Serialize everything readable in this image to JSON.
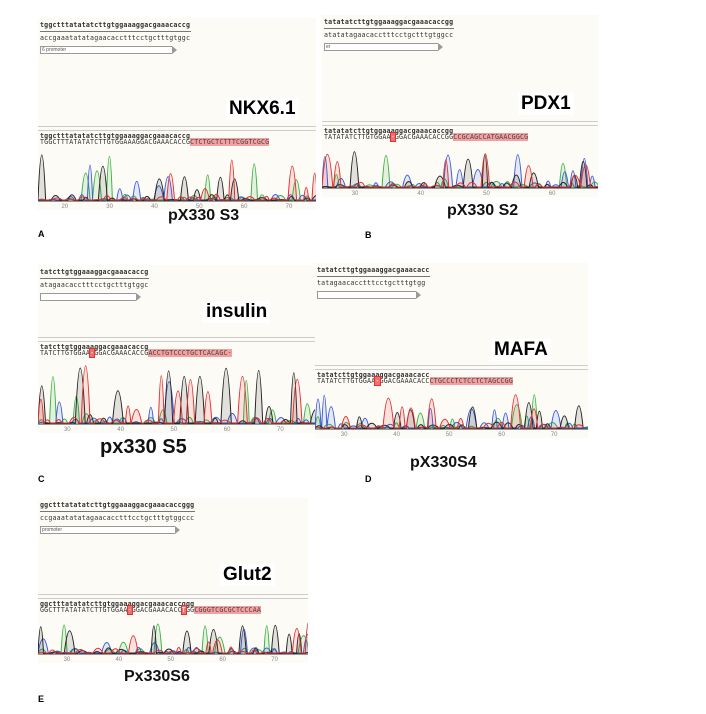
{
  "panels": [
    {
      "letter": "A",
      "gene": "NKX6.1",
      "caption": "pX330 S3",
      "ref_top": "tggctttatatatcttgtggaaaggacgaaacaccg",
      "ref_comp": "accgaaatatatagaacacctttcctgctttgtggc",
      "feature": "6 promoter",
      "ref_bottom": "tggctttatatatcttgtggaaaggacgaaacaccg",
      "read": [
        {
          "t": "TGGCTTTATATATCTTGTGGAAAGGACGAAACACCG",
          "k": "n"
        },
        {
          "t": "CTCTGCTCTTTCGGTCGCG",
          "k": "hl"
        }
      ],
      "ticks": [
        "20",
        "30",
        "40",
        "50",
        "60",
        "70"
      ]
    },
    {
      "letter": "B",
      "gene": "PDX1",
      "caption": "pX330 S2",
      "ref_top": "tatatatcttgtggaaaggacgaaacaccgg",
      "ref_comp": "atatatagaacacctttcctgctttgtggcc",
      "feature": "er",
      "ref_bottom": "tatatatcttgtggaaaggacgaaacaccgg",
      "read": [
        {
          "t": "TATATATCTTGTGGAA",
          "k": "n"
        },
        {
          "t": "-",
          "k": "del"
        },
        {
          "t": "GGACGAAACACCGG",
          "k": "n"
        },
        {
          "t": "CCGCAGCCATGAACGGCG",
          "k": "hl"
        }
      ],
      "ticks": [
        "30",
        "40",
        "50",
        "60"
      ]
    },
    {
      "letter": "C",
      "gene": "insulin",
      "caption": "px330 S5",
      "ref_top": "tatcttgtggaaaggacgaaacaccg",
      "ref_comp": "atagaacacctttcctgctttgtggc",
      "feature": "",
      "ref_bottom": "tatcttgtggaaaggacgaaacaccg",
      "read": [
        {
          "t": "TATCTTGTGGAA",
          "k": "n"
        },
        {
          "t": "-",
          "k": "del"
        },
        {
          "t": "GGACGAAACACCG",
          "k": "n"
        },
        {
          "t": "ACCTGTCCCTGCTCACAGC-",
          "k": "hl"
        }
      ],
      "ticks": [
        "30",
        "40",
        "50",
        "60",
        "70"
      ]
    },
    {
      "letter": "D",
      "gene": "MAFA",
      "caption": "pX330S4",
      "ref_top": "tatatcttgtggaaaggacgaaacacc",
      "ref_comp": "tatagaacacctttcctgctttgtgg",
      "feature": "",
      "ref_bottom": "tatatcttgtggaaaggacgaaacacc",
      "read": [
        {
          "t": "TATATCTTGTGGAA",
          "k": "n"
        },
        {
          "t": "-",
          "k": "del"
        },
        {
          "t": "GGACGAAACACC",
          "k": "n"
        },
        {
          "t": "CTGCCCTCTCCTCTAGCCGG",
          "k": "hl"
        }
      ],
      "ticks": [
        "30",
        "40",
        "50",
        "60",
        "70"
      ]
    },
    {
      "letter": "E",
      "gene": "Glut2",
      "caption": "Px330S6",
      "ref_top": "ggctttatatatcttgtggaaaggacgaaacaccggg",
      "ref_comp": "ccgaaatatatagaacacctttcctgctttgtggccc",
      "feature": "promoter",
      "ref_bottom": "ggctttatatatcttgtggaaaggacgaaacaccggg",
      "read": [
        {
          "t": "GGCTTTATATATCTTGTGGAA",
          "k": "n"
        },
        {
          "t": "-",
          "k": "del"
        },
        {
          "t": "GGACGAAACACC",
          "k": "n"
        },
        {
          "t": "T",
          "k": "del"
        },
        {
          "t": "GG",
          "k": "n"
        },
        {
          "t": "CGGGTCGCGCTCCCAA",
          "k": "hl"
        }
      ],
      "ticks": [
        "30",
        "40",
        "50",
        "60",
        "70"
      ]
    }
  ],
  "trace_colors": {
    "A": "#3cb043",
    "C": "#3a5bd9",
    "G": "#222222",
    "T": "#e03030"
  }
}
